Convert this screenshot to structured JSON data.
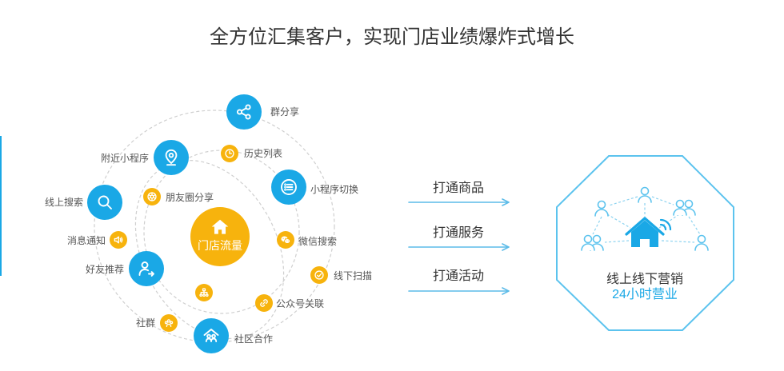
{
  "title": "全方位汇集客户，实现门店业绩爆炸式增长",
  "colors": {
    "primary_blue": "#1aa8e6",
    "accent_yellow": "#f7b30d",
    "orbit_gray": "#cfcfcf",
    "arrow_blue": "#5bbbe8",
    "outline_blue": "#5cc3ee",
    "text_dark": "#333333",
    "text_label": "#555555"
  },
  "hub": {
    "label": "门店流量",
    "icon": "home-icon"
  },
  "primary_channels": [
    {
      "label": "群分享",
      "icon": "share-icon"
    },
    {
      "label": "附近小程序",
      "icon": "location-pin-icon"
    },
    {
      "label": "线上搜索",
      "icon": "search-icon"
    },
    {
      "label": "好友推荐",
      "icon": "user-referral-icon"
    },
    {
      "label": "社区合作",
      "icon": "community-icon"
    },
    {
      "label": "小程序切换",
      "icon": "list-icon"
    }
  ],
  "secondary_channels": [
    {
      "label": "历史列表",
      "icon": "clock-icon"
    },
    {
      "label": "朋友圈分享",
      "icon": "aperture-icon"
    },
    {
      "label": "消息通知",
      "icon": "speaker-icon"
    },
    {
      "label": "微信搜索",
      "icon": "wechat-icon"
    },
    {
      "label": "线下扫描",
      "icon": "scan-icon"
    },
    {
      "label": "公众号关联",
      "icon": "link-icon"
    },
    {
      "label": "社群",
      "icon": "group-icon"
    },
    {
      "icon": "hierarchy-icon"
    }
  ],
  "connections": [
    {
      "label": "打通商品"
    },
    {
      "label": "打通服务"
    },
    {
      "label": "打通活动"
    }
  ],
  "result": {
    "title": "线上线下营销",
    "subtitle": "24小时营业",
    "icon": "store-network-icon"
  }
}
